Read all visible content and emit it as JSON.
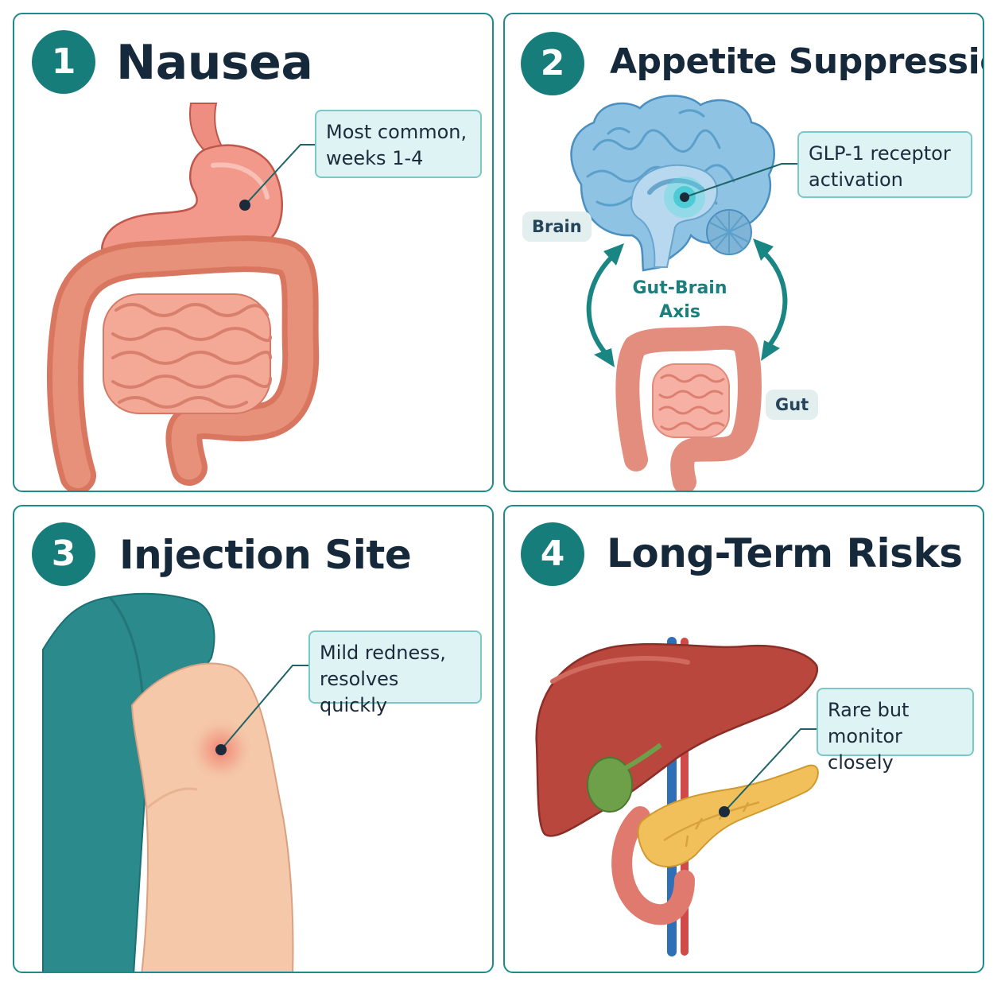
{
  "colors": {
    "accent": "#177d7a",
    "panel_border": "#1f8a8a",
    "callout_fill": "#def3f3",
    "callout_border": "#7cc8c6",
    "title_text": "#15293b"
  },
  "panels": [
    {
      "number": "1",
      "title": "Nausea",
      "callout": "Most common,\nweeks 1-4",
      "illustration": "stomach-and-intestines"
    },
    {
      "number": "2",
      "title": "Appetite Suppression",
      "callout": "GLP-1 receptor\nactivation",
      "brain_label": "Brain",
      "gut_label": "Gut",
      "axis_label": "Gut-Brain\nAxis",
      "illustration": "brain-gut-axis"
    },
    {
      "number": "3",
      "title": "Injection Site",
      "callout": "Mild redness,\nresolves quickly",
      "illustration": "upper-arm-injection-site"
    },
    {
      "number": "4",
      "title": "Long-Term Risks",
      "callout": "Rare but\nmonitor closely",
      "illustration": "liver-gallbladder-pancreas"
    }
  ]
}
